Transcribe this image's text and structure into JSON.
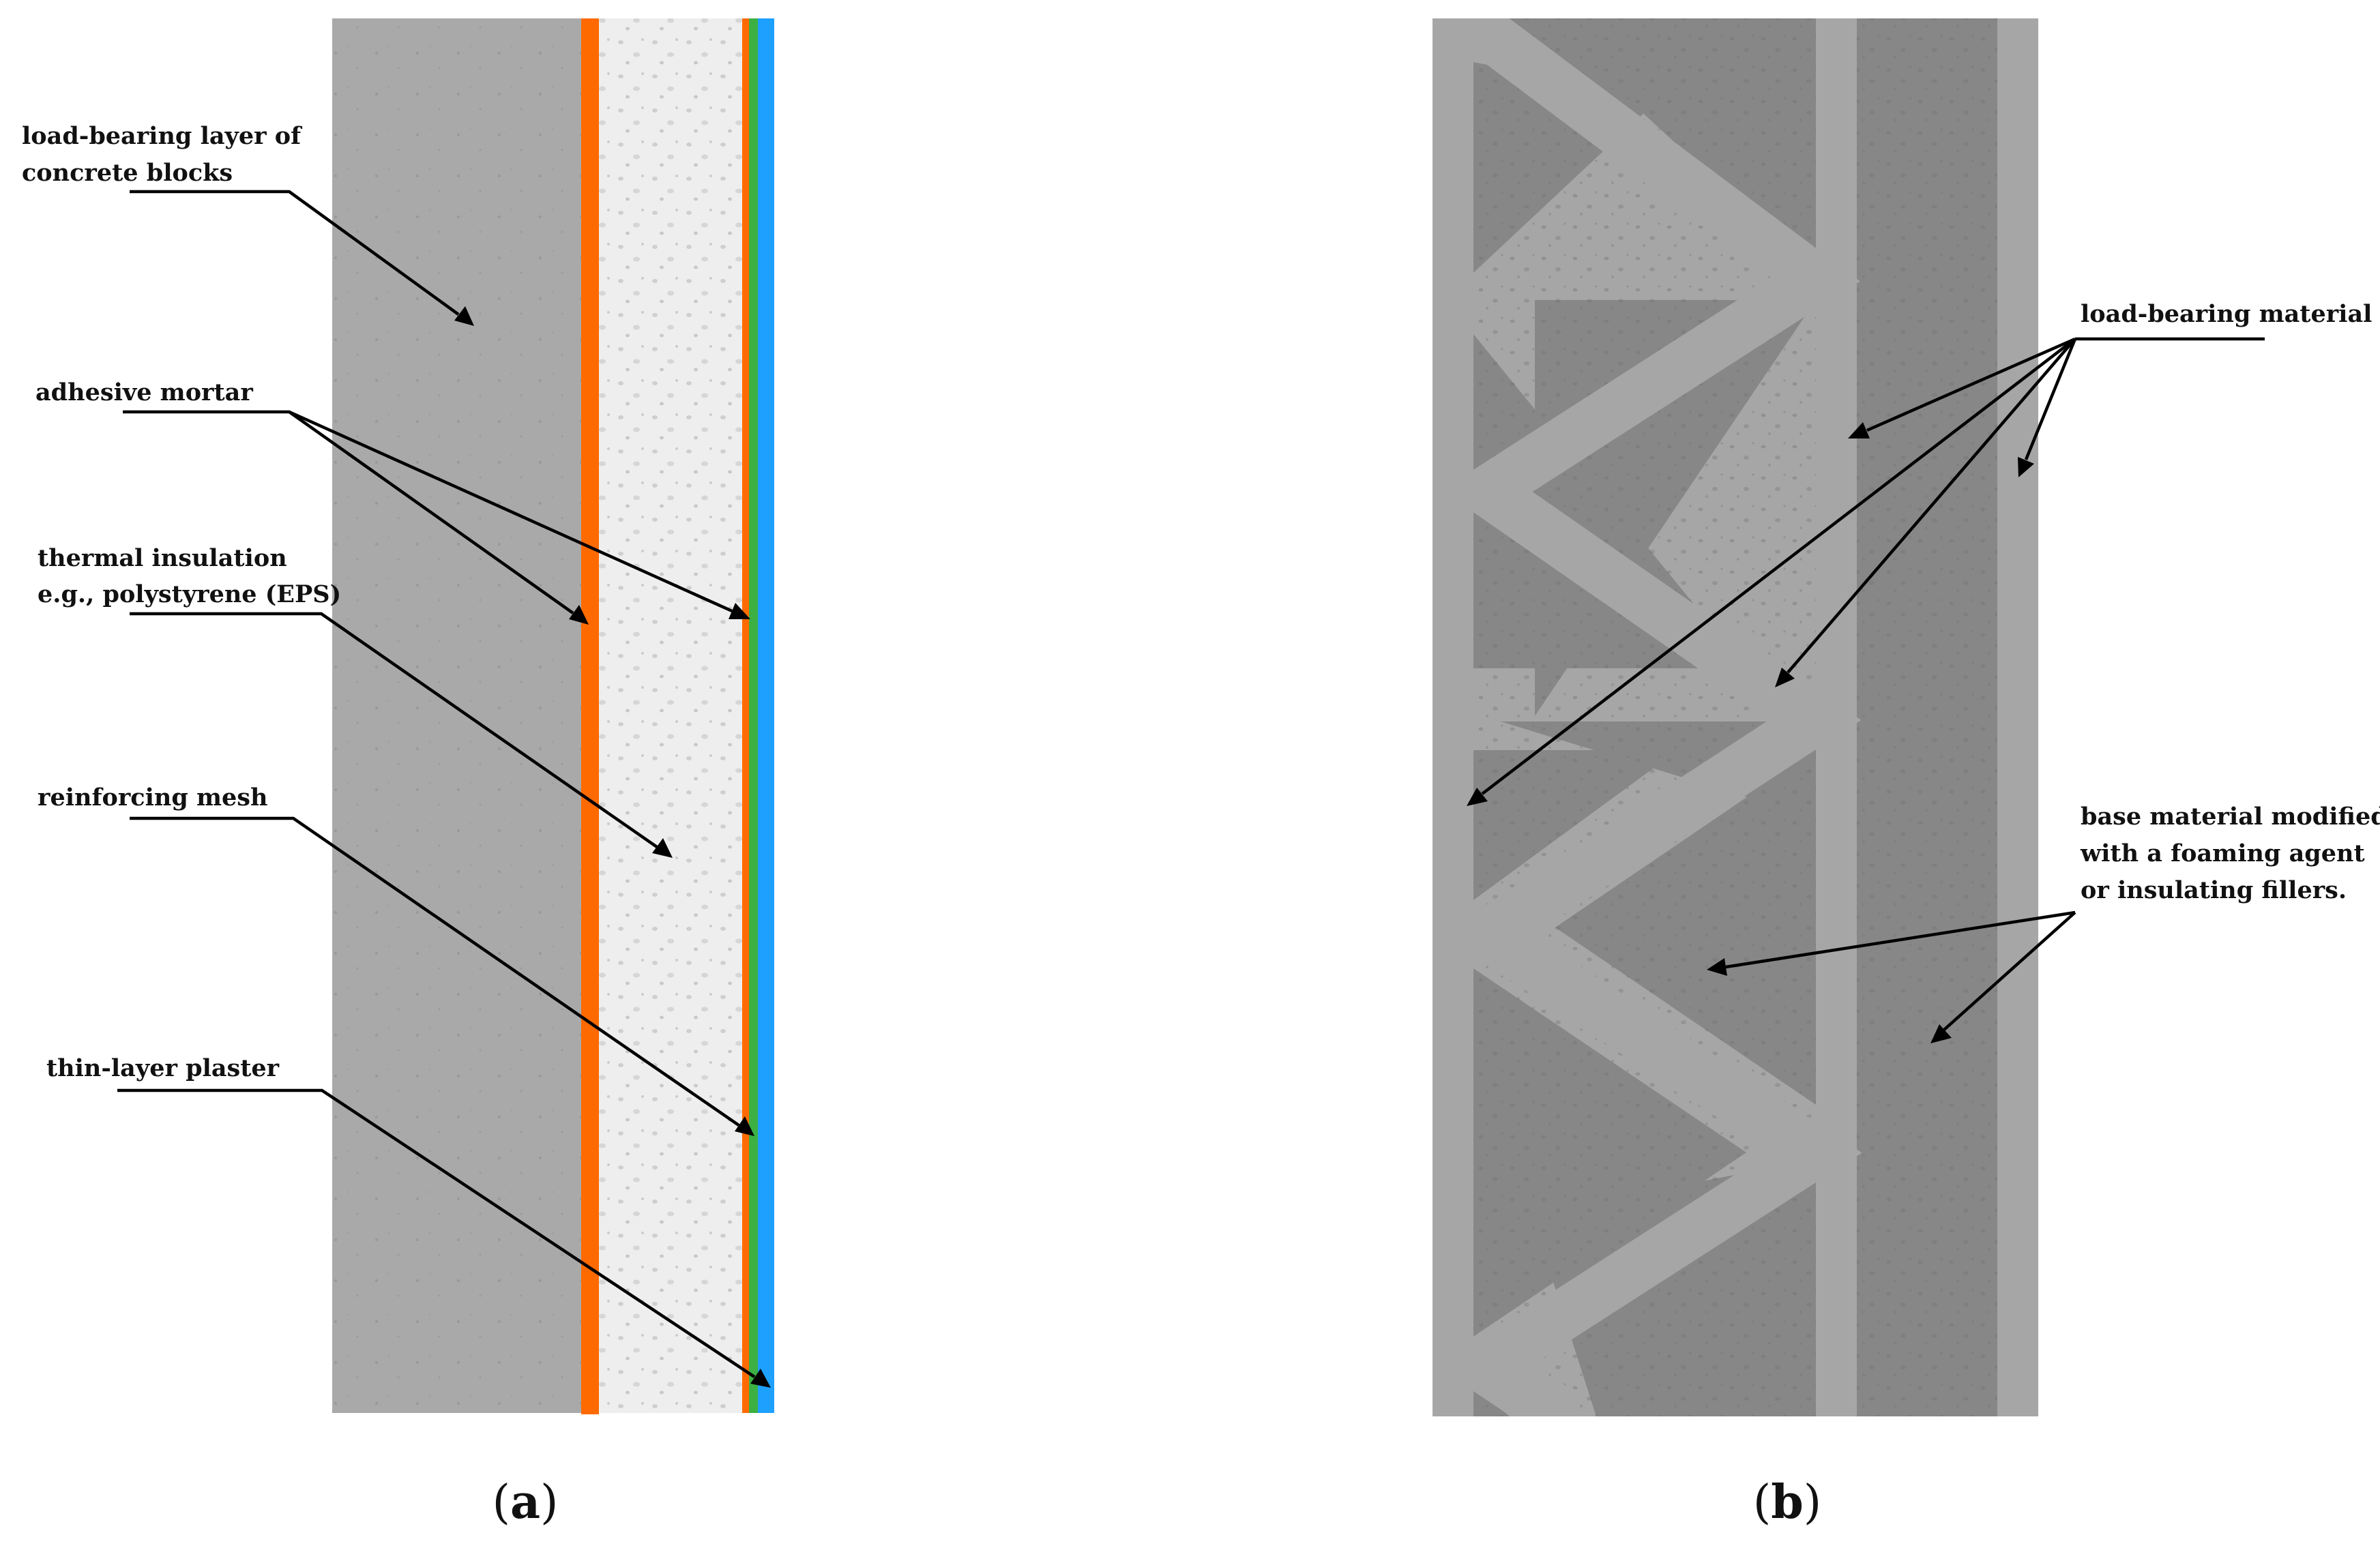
{
  "panel_a": {
    "labels": {
      "load_bearing_line1": "load-bearing layer of",
      "load_bearing_line2": "concrete blocks",
      "adhesive_mortar": "adhesive mortar",
      "thermal_line1": "thermal insulation",
      "thermal_line2": "e.g., polystyrene (EPS)",
      "reinforcing_mesh": "reinforcing mesh",
      "thin_layer_plaster": "thin-layer plaster"
    },
    "caption_open": "(",
    "caption_letter": "a",
    "caption_close": ")",
    "colors": {
      "concrete": "#a9a9a9",
      "adhesive_mortar": "#ff6a00",
      "insulation": "#eeeeee",
      "reinforcing_mesh": "#3cb043",
      "plaster": "#1ea0ff"
    }
  },
  "panel_b": {
    "labels": {
      "load_bearing_material": "load-bearing material",
      "base_line1": "base material modified",
      "base_line2": "with a foaming agent",
      "base_line3": "or insulating fillers."
    },
    "caption_open": "(",
    "caption_letter": "b",
    "caption_close": ")",
    "colors": {
      "load_bearing": "#a6a6a6",
      "modified_base": "#878787"
    }
  }
}
